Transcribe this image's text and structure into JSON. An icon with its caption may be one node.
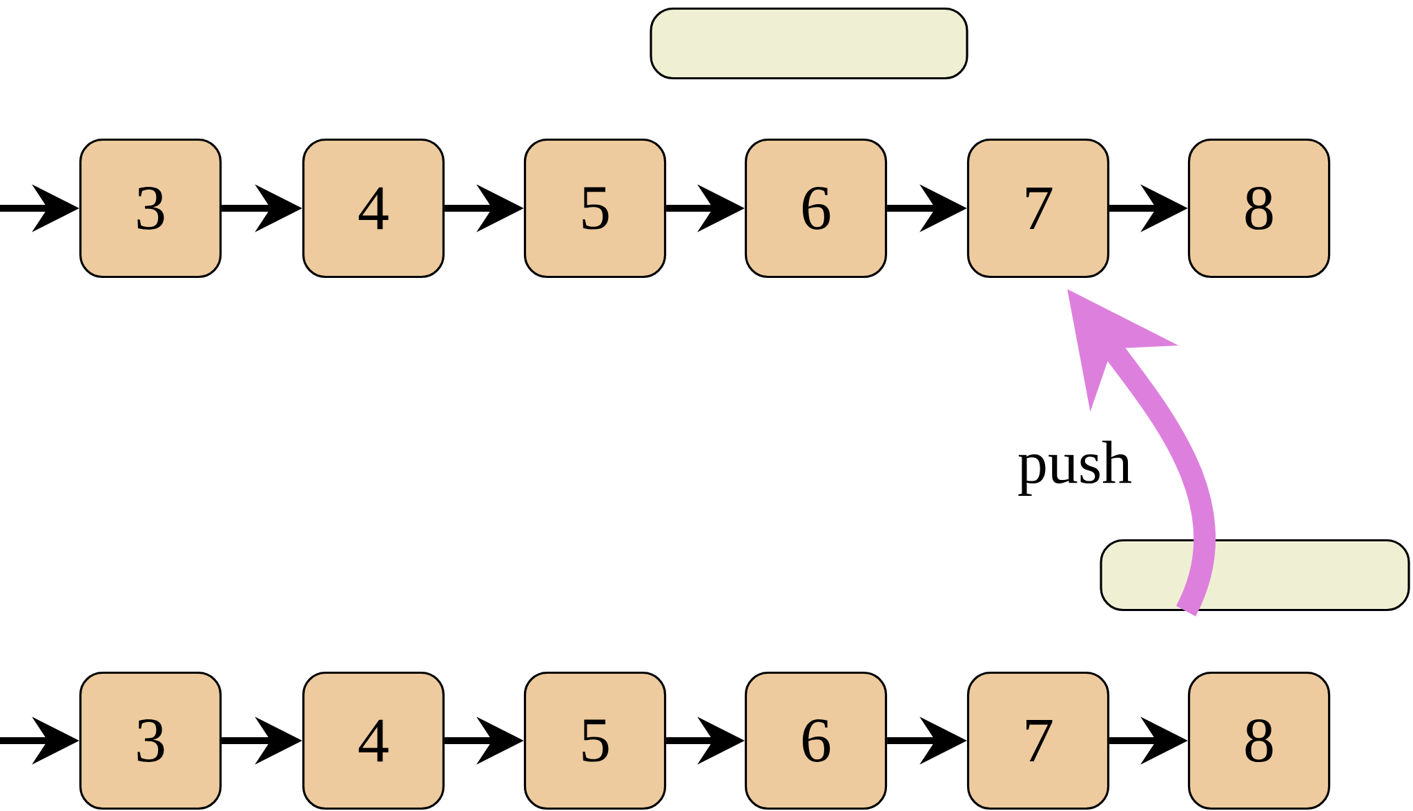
{
  "diagram": {
    "nodes": [
      {
        "text": [],
        "shape": "box"
      },
      {
        "text": [
          "3"
        ]
      },
      {
        "text": [
          "4"
        ]
      },
      {
        "text": [
          "5"
        ]
      },
      {
        "text": [
          "6"
        ]
      },
      {
        "text": [
          "7"
        ]
      },
      {
        "text": [
          "8"
        ]
      },
      {
        "text": [],
        "shape": "box"
      },
      {
        "text": [
          "3"
        ]
      },
      {
        "text": [
          "4"
        ]
      },
      {
        "text": [
          "5"
        ]
      },
      {
        "text": [
          "6"
        ]
      },
      {
        "text": [
          "7"
        ]
      },
      {
        "text": [
          "8"
        ]
      }
    ],
    "edges": [
      {
        "from": null,
        "to": 1,
        "arrow": "to"
      },
      {
        "from": 1,
        "to": 2,
        "arrow": "to"
      },
      {
        "from": 2,
        "to": 3,
        "arrow": "to"
      },
      {
        "from": 3,
        "to": 4,
        "arrow": "to"
      },
      {
        "from": 4,
        "to": 5,
        "arrow": "to"
      },
      {
        "from": 5,
        "to": 6,
        "arrow": "to"
      },
      {
        "from": null,
        "to": 8,
        "arrow": "to"
      },
      {
        "from": 8,
        "to": 9,
        "arrow": "to"
      },
      {
        "from": 9,
        "to": 10,
        "arrow": "to"
      },
      {
        "from": 10,
        "to": 11,
        "arrow": "to"
      },
      {
        "from": 11,
        "to": 12,
        "arrow": "to"
      },
      {
        "from": 12,
        "to": 13,
        "arrow": "to"
      },
      {
        "from": 7,
        "to": 5,
        "arrow": "to",
        "label": "push",
        "style": "thick",
        "color": "#dd80dd"
      }
    ]
  }
}
